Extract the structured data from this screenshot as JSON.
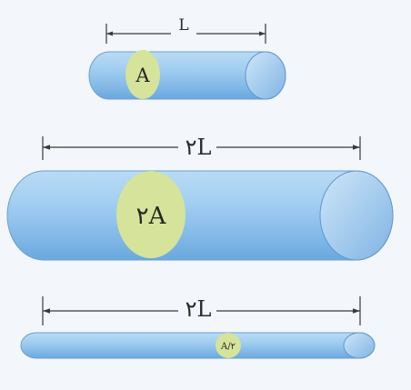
{
  "colors": {
    "background": "#f3f6fa",
    "cylinder_top": "#b9dbf4",
    "cylinder_mid": "#8ec2ec",
    "cylinder_bottom": "#6aa8de",
    "cylinder_edge": "#5c97cf",
    "cross_section": "#d6e39a",
    "dimension_line": "#3a3a3a"
  },
  "cylinders": [
    {
      "length_label": "L",
      "area_label": "A"
    },
    {
      "length_label": "٢L",
      "area_label": "٢A"
    },
    {
      "length_label": "٢L",
      "area_label": "A/٢"
    }
  ]
}
